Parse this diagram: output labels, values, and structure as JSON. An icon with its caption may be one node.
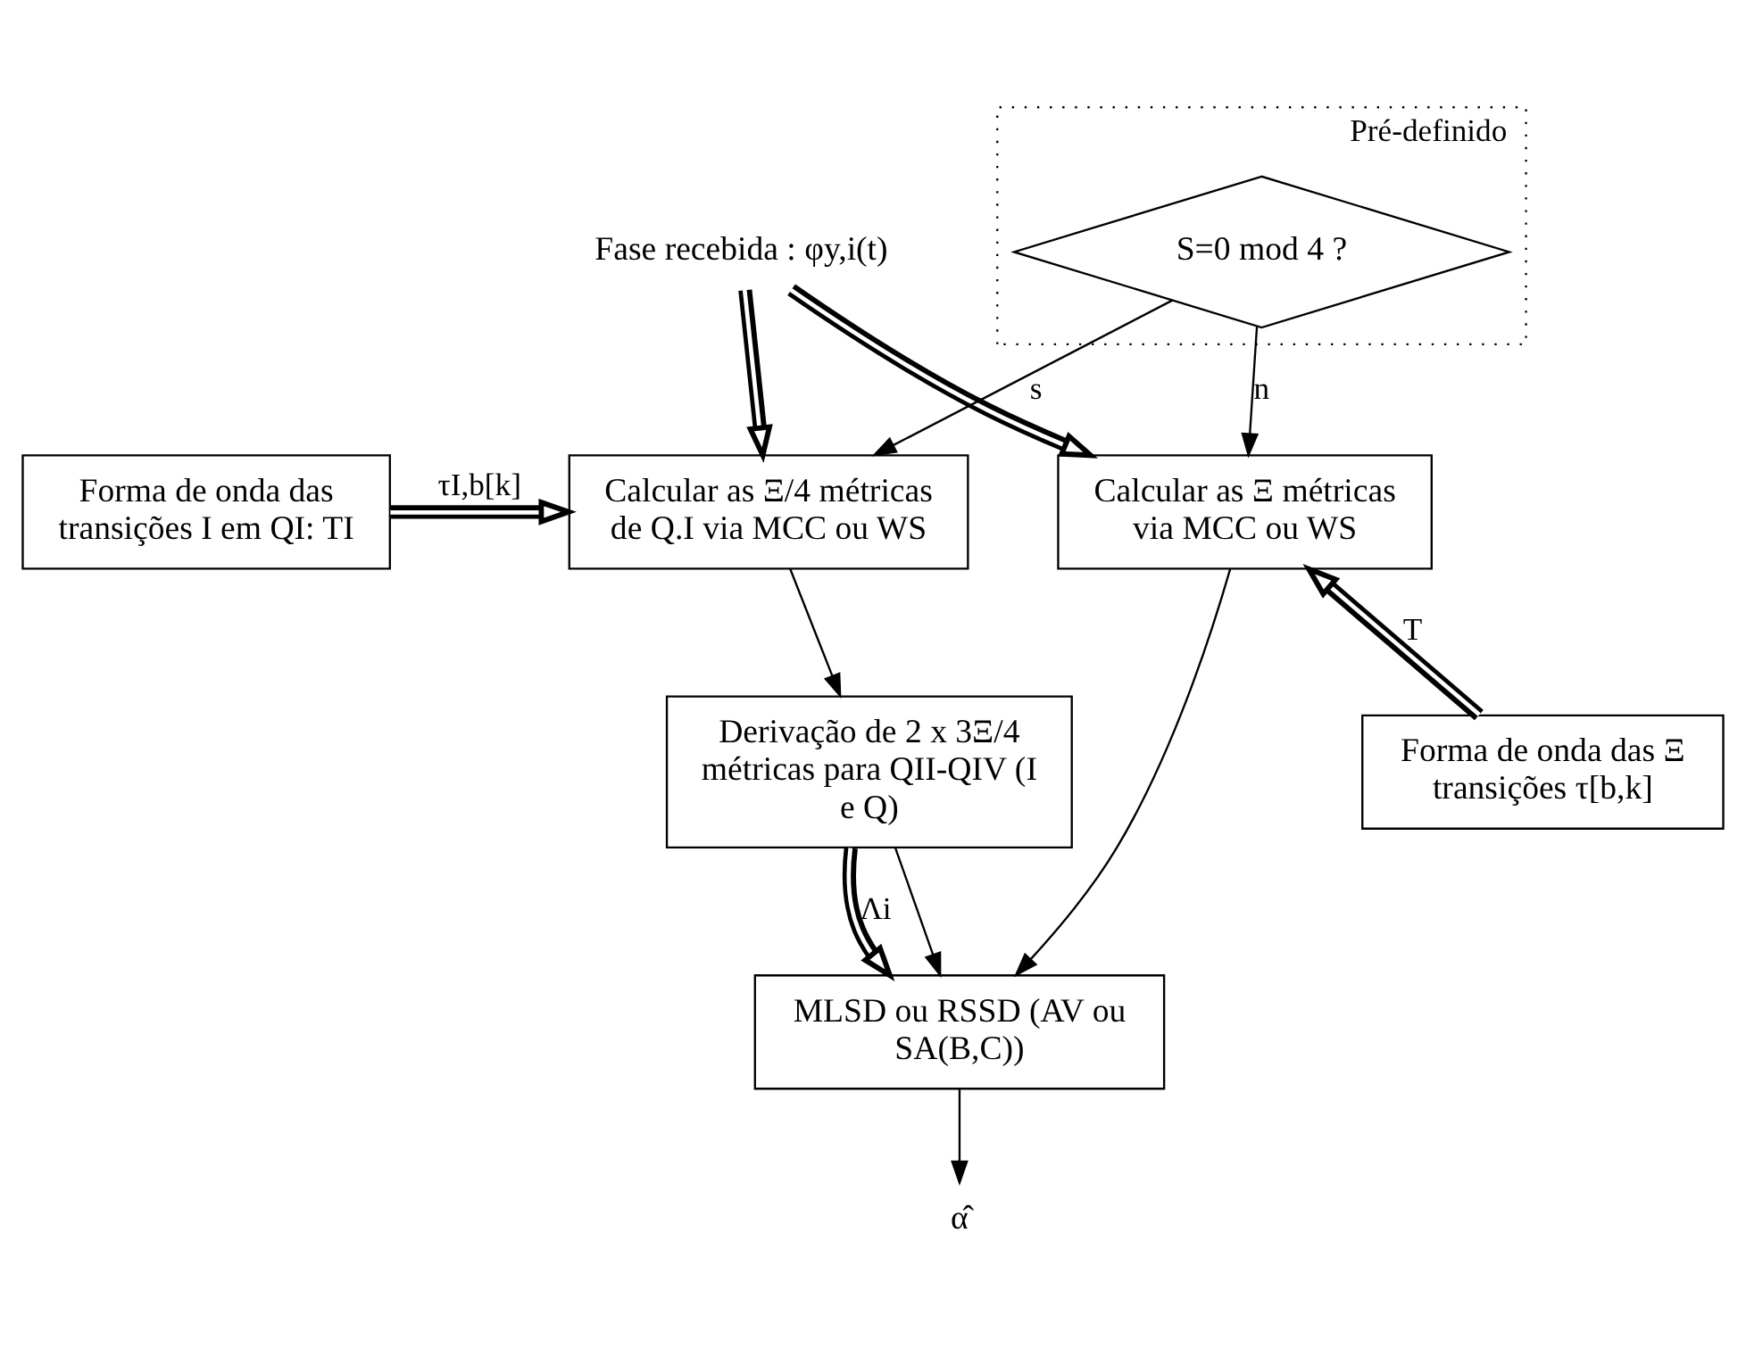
{
  "diagram": {
    "nodes": [
      {
        "text": [
          "Pré-definido"
        ]
      },
      {
        "text": [
          "S=0 mod 4 ?"
        ],
        "in": 0
      },
      {
        "text": [
          "Fase recebida : φy,i(t)"
        ]
      },
      {
        "text": [
          "Forma de onda das transições I em QI: TI"
        ]
      },
      {
        "text": [
          "Calcular as Ξ/4 métricas de Q.I via MCC ou WS"
        ]
      },
      {
        "text": [
          "Calcular as Ξ métricas via MCC ou WS"
        ]
      },
      {
        "text": [
          "Derivação de 2 x 3Ξ/4 métricas para QII-QIV (I e Q)"
        ]
      },
      {
        "text": [
          "Forma de onda das Ξ transições τ[b,k]"
        ]
      },
      {
        "text": [
          "MLSD ou RSSD (AV ou SA(B,C))"
        ]
      },
      {
        "text": [
          "α̂"
        ]
      }
    ],
    "edges": [
      {
        "from": 1,
        "to": 4,
        "arrow": "to",
        "label": "s"
      },
      {
        "from": 1,
        "to": 5,
        "arrow": "to",
        "label": "n"
      },
      {
        "from": 2,
        "to": 4,
        "arrow": "to",
        "style": "thick"
      },
      {
        "from": 2,
        "to": 5,
        "arrow": "to",
        "style": "thick"
      },
      {
        "from": 3,
        "to": 4,
        "arrow": "to",
        "style": "thick",
        "label": "τI,b[k]"
      },
      {
        "from": 4,
        "to": 6,
        "arrow": "to"
      },
      {
        "from": 6,
        "to": 8,
        "arrow": "to",
        "style": "thick",
        "label": "Λi"
      },
      {
        "from": 6,
        "to": 8,
        "arrow": "to"
      },
      {
        "from": 5,
        "to": 8,
        "arrow": "to"
      },
      {
        "from": 7,
        "to": 5,
        "arrow": "to",
        "style": "thick",
        "label": "T"
      },
      {
        "from": 8,
        "to": 9,
        "arrow": "to"
      }
    ]
  }
}
